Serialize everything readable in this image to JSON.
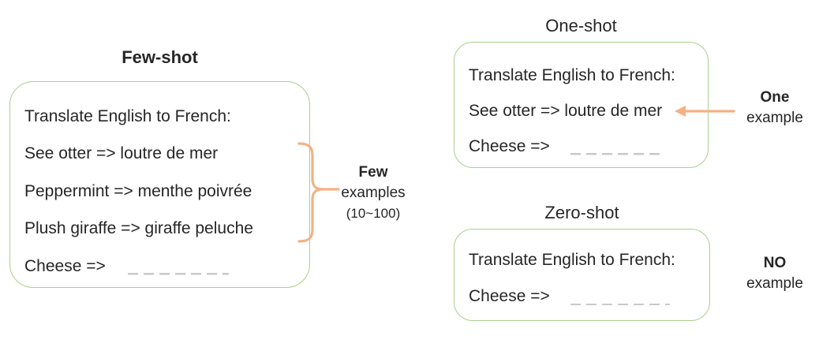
{
  "colors": {
    "box_border_green": "#A8D08D",
    "accent_orange": "#F4B183",
    "text": "#262626",
    "blank_dash_gray": "#C9C9C9"
  },
  "panels": {
    "few_shot": {
      "title": "Few-shot",
      "lines": [
        "Translate English to French:",
        "See otter => loutre de mer",
        "Peppermint => menthe poivrée",
        "Plush giraffe => giraffe peluche",
        "Cheese =>"
      ],
      "annotation": {
        "emphasis": "Few",
        "line2": "examples",
        "line3": "(10~100)"
      }
    },
    "one_shot": {
      "title": "One-shot",
      "lines": [
        "Translate English to French:",
        "See otter => loutre de mer",
        "Cheese =>"
      ],
      "annotation": {
        "emphasis": "One",
        "line2": "example"
      }
    },
    "zero_shot": {
      "title": "Zero-shot",
      "lines": [
        "Translate English to French:",
        "Cheese =>"
      ],
      "annotation": {
        "emphasis": "NO",
        "line2": "example"
      }
    }
  }
}
